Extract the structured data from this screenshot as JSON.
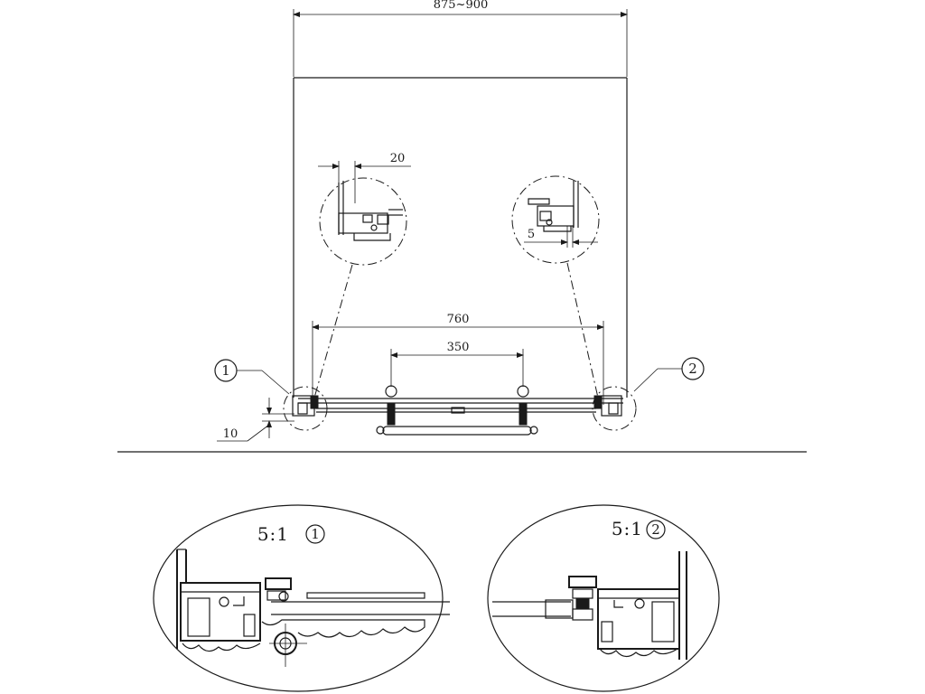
{
  "dimensions": {
    "overall_width": "875~900",
    "detail_left_width": "20",
    "detail_right_gap": "5",
    "rail_span": "760",
    "handle_span": "350",
    "bottom_offset": "10"
  },
  "callouts": {
    "left_number": "1",
    "right_number": "2"
  },
  "detail_views": {
    "left_label": "5:1",
    "left_ref": "1",
    "right_label": "5:1",
    "right_ref": "2"
  }
}
